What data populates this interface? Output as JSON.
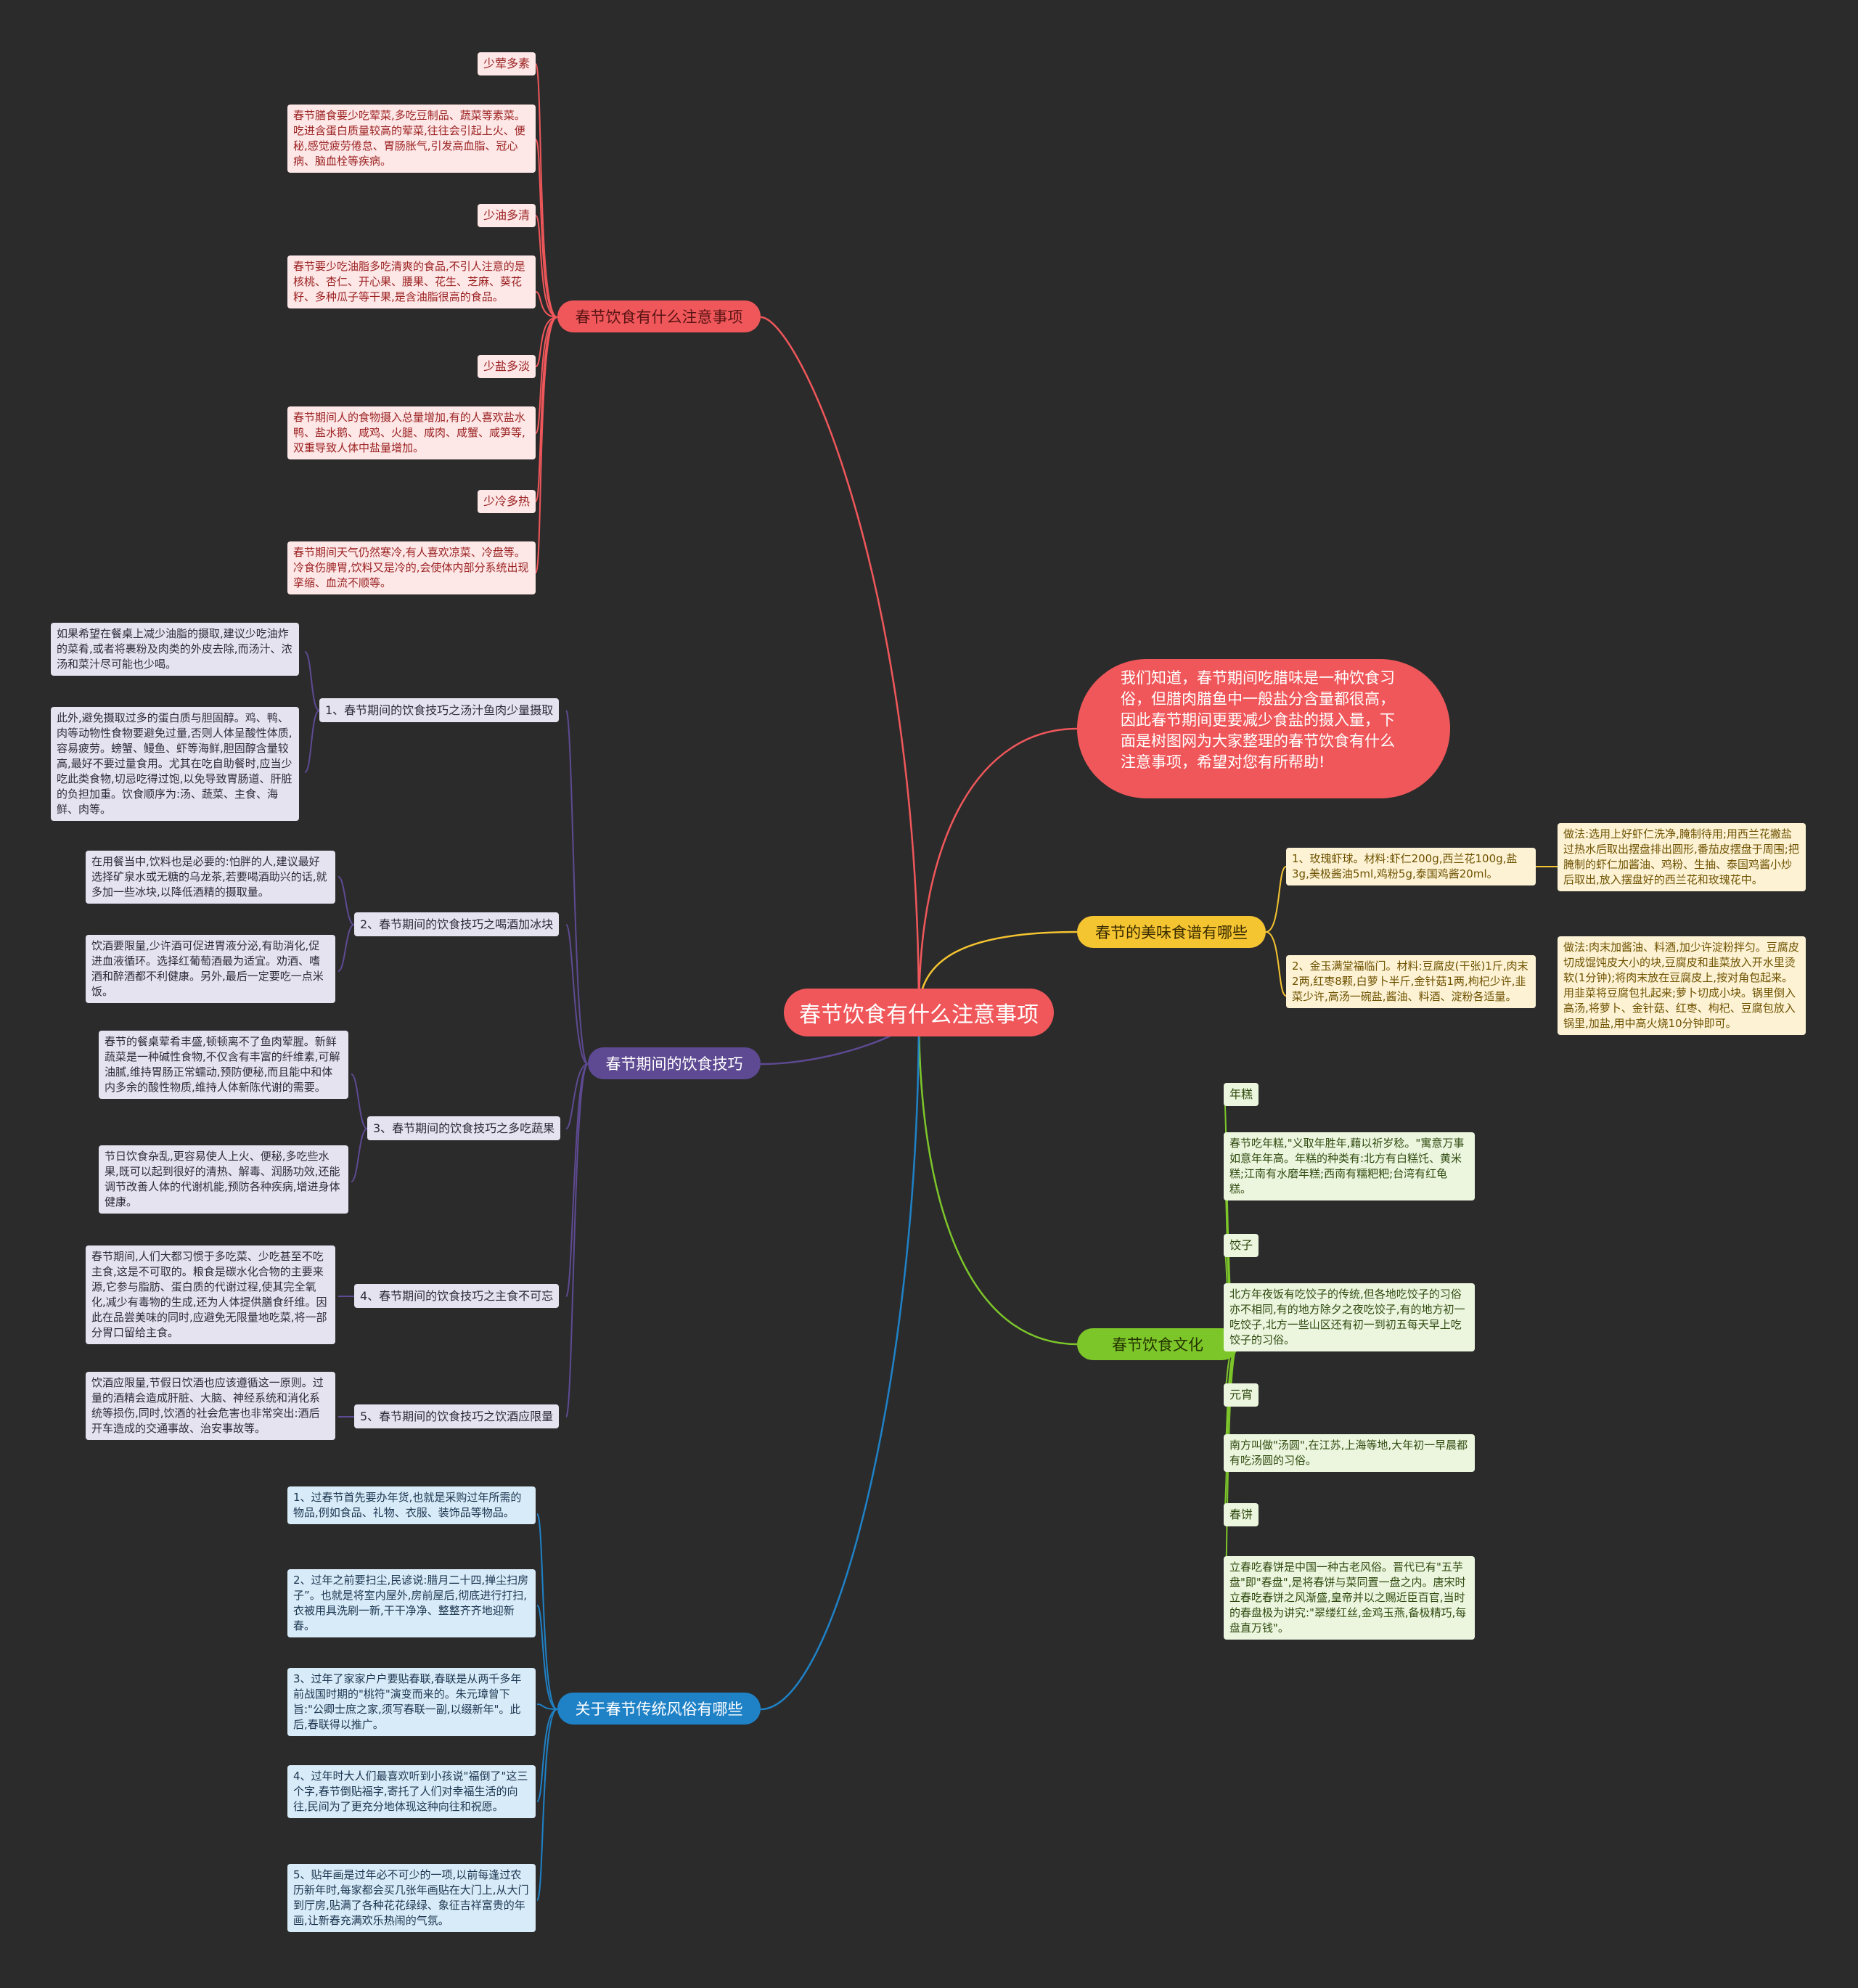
{
  "root": "春节饮食有什么注意事项",
  "intro": "我们知道，春节期间吃腊味是一种饮食习俗，但腊肉腊鱼中一般盐分含量都很高，因此春节期间更要减少食盐的摄入量，下面是树图网为大家整理的春节饮食有什么注意事项，希望对您有所帮助!",
  "branch_notes": {
    "title": "春节饮食有什么注意事项",
    "items": [
      {
        "tag": "少荤多素",
        "text": "春节膳食要少吃荤菜,多吃豆制品、蔬菜等素菜。吃进含蛋白质量较高的荤菜,往往会引起上火、便秘,感觉疲劳倦怠、胃肠胀气,引发高血脂、冠心病、脑血栓等疾病。"
      },
      {
        "tag": "少油多清",
        "text": "春节要少吃油脂多吃清爽的食品,不引人注意的是核桃、杏仁、开心果、腰果、花生、芝麻、葵花籽、多种瓜子等干果,是含油脂很高的食品。"
      },
      {
        "tag": "少盐多淡",
        "text": "春节期间人的食物摄入总量增加,有的人喜欢盐水鸭、盐水鹅、咸鸡、火腿、咸肉、咸蟹、咸笋等,双重导致人体中盐量增加。"
      },
      {
        "tag": "少冷多热",
        "text": "春节期间天气仍然寒冷,有人喜欢凉菜、冷盘等。冷食伤脾胃,饮料又是冷的,会使体内部分系统出现挛缩、血流不顺等。"
      }
    ]
  },
  "branch_tips": {
    "title": "春节期间的饮食技巧",
    "items": [
      {
        "label": "1、春节期间的饮食技巧之汤汁鱼肉少量摄取",
        "texts": [
          "如果希望在餐桌上减少油脂的摄取,建议少吃油炸的菜肴,或者将裹粉及肉类的外皮去除,而汤汁、浓汤和菜汁尽可能也少喝。",
          "此外,避免摄取过多的蛋白质与胆固醇。鸡、鸭、肉等动物性食物要避免过量,否则人体呈酸性体质,容易疲劳。螃蟹、鳗鱼、虾等海鲜,胆固醇含量较高,最好不要过量食用。尤其在吃自助餐时,应当少吃此类食物,切忌吃得过饱,以免导致胃肠道、肝脏的负担加重。饮食顺序为:汤、蔬菜、主食、海鲜、肉等。"
        ]
      },
      {
        "label": "2、春节期间的饮食技巧之喝酒加冰块",
        "texts": [
          "在用餐当中,饮料也是必要的:怕胖的人,建议最好选择矿泉水或无糖的乌龙茶,若要喝酒助兴的话,就多加一些冰块,以降低酒精的摄取量。",
          "饮酒要限量,少许酒可促进胃液分泌,有助消化,促进血液循环。选择红葡萄酒最为适宜。劝酒、嗜酒和醉酒都不利健康。另外,最后一定要吃一点米饭。"
        ]
      },
      {
        "label": "3、春节期间的饮食技巧之多吃蔬果",
        "texts": [
          "春节的餐桌荤肴丰盛,顿顿离不了鱼肉荤腥。新鲜蔬菜是一种碱性食物,不仅含有丰富的纤维素,可解油腻,维持胃肠正常蠕动,预防便秘,而且能中和体内多余的酸性物质,维持人体新陈代谢的需要。",
          "节日饮食杂乱,更容易使人上火、便秘,多吃些水果,既可以起到很好的清热、解毒、润肠功效,还能调节改善人体的代谢机能,预防各种疾病,增进身体健康。"
        ]
      },
      {
        "label": "4、春节期间的饮食技巧之主食不可忘",
        "texts": [
          "春节期间,人们大都习惯于多吃菜、少吃甚至不吃主食,这是不可取的。粮食是碳水化合物的主要来源,它参与脂肪、蛋白质的代谢过程,使其完全氧化,减少有毒物的生成,还为人体提供膳食纤维。因此在品尝美味的同时,应避免无限量地吃菜,将一部分胃口留给主食。"
        ]
      },
      {
        "label": "5、春节期间的饮食技巧之饮酒应限量",
        "texts": [
          "饮酒应限量,节假日饮酒也应该遵循这一原则。过量的酒精会造成肝脏、大脑、神经系统和消化系统等损伤,同时,饮酒的社会危害也非常突出:酒后开车造成的交通事故、治安事故等。"
        ]
      }
    ]
  },
  "branch_customs": {
    "title": "关于春节传统风俗有哪些",
    "items": [
      "1、过春节首先要办年货,也就是采购过年所需的物品,例如食品、礼物、衣服、装饰品等物品。",
      "2、过年之前要扫尘,民谚说:腊月二十四,掸尘扫房子”。也就是将室内屋外,房前屋后,彻底进行打扫,衣被用具洗刷一新,干干净净、整整齐齐地迎新春。",
      "3、过年了家家户户要贴春联,春联是从两千多年前战国时期的\"桃符\"演变而来的。朱元璋曾下旨:\"公卿士庶之家,须写春联一副,以缀新年\"。此后,春联得以推广。",
      "4、过年时大人们最喜欢听到小孩说\"福倒了\"这三个字,春节倒贴福字,寄托了人们对幸福生活的向往,民间为了更充分地体现这种向往和祝愿。",
      "5、贴年画是过年必不可少的一项,以前每逢过农历新年时,每家都会买几张年画贴在大门上,从大门到厅房,贴满了各种花花绿绿、象征吉祥富贵的年画,让新春充满欢乐热闹的气氛。"
    ]
  },
  "branch_recipes": {
    "title": "春节的美味食谱有哪些",
    "items": [
      {
        "label": "1、玫瑰虾球。材料:虾仁200g,西兰花100g,盐3g,美极酱油5ml,鸡粉5g,泰国鸡酱20ml。",
        "text": "做法:选用上好虾仁洗净,腌制待用;用西兰花撇盐过热水后取出摆盘排出圆形,番茄皮摆盘于周围;把腌制的虾仁加酱油、鸡粉、生抽、泰国鸡酱小炒后取出,放入摆盘好的西兰花和玫瑰花中。"
      },
      {
        "label": "2、金玉满堂福临门。材料:豆腐皮(干张)1斤,肉末2两,红枣8颗,白萝卜半斤,金针菇1两,枸杞少许,韭菜少许,高汤一碗盐,酱油、料酒、淀粉各适量。",
        "text": "做法:肉末加酱油、料酒,加少许淀粉拌匀。豆腐皮切成馄饨皮大小的块,豆腐皮和韭菜放入开水里烫软(1分钟);将肉末放在豆腐皮上,按对角包起来。用韭菜将豆腐包扎起来;萝卜切成小块。锅里倒入高汤,将萝卜、金针菇、红枣、枸杞、豆腐包放入锅里,加盐,用中高火烧10分钟即可。"
      }
    ]
  },
  "branch_culture": {
    "title": "春节饮食文化",
    "items": [
      {
        "tag": "年糕",
        "text": "春节吃年糕,\"义取年胜年,藉以祈岁稔。\"寓意万事如意年年高。年糕的种类有:北方有白糕饦、黄米糕;江南有水磨年糕;西南有糯粑粑;台湾有红龟糕。"
      },
      {
        "tag": "饺子",
        "text": "北方年夜饭有吃饺子的传统,但各地吃饺子的习俗亦不相同,有的地方除夕之夜吃饺子,有的地方初一吃饺子,北方一些山区还有初一到初五每天早上吃饺子的习俗。"
      },
      {
        "tag": "元宵",
        "text": "南方叫做\"汤圆\",在江苏,上海等地,大年初一早晨都有吃汤圆的习俗。"
      },
      {
        "tag": "春饼",
        "text": "立春吃春饼是中国一种古老风俗。晋代已有\"五芋盘\"即\"春盘\",是将春饼与菜同置一盘之内。唐宋时立春吃春饼之风渐盛,皇帝并以之赐近臣百官,当时的春盘极为讲究:\"翠缕红丝,金鸡玉燕,备极精巧,每盘直万钱\"。"
      }
    ]
  },
  "colors": {
    "background": "#2b2b2c",
    "red": "#f0575a",
    "purple": "#5e4a92",
    "blue": "#1f82c7",
    "yellow": "#f5c431",
    "green": "#7dc62a"
  }
}
